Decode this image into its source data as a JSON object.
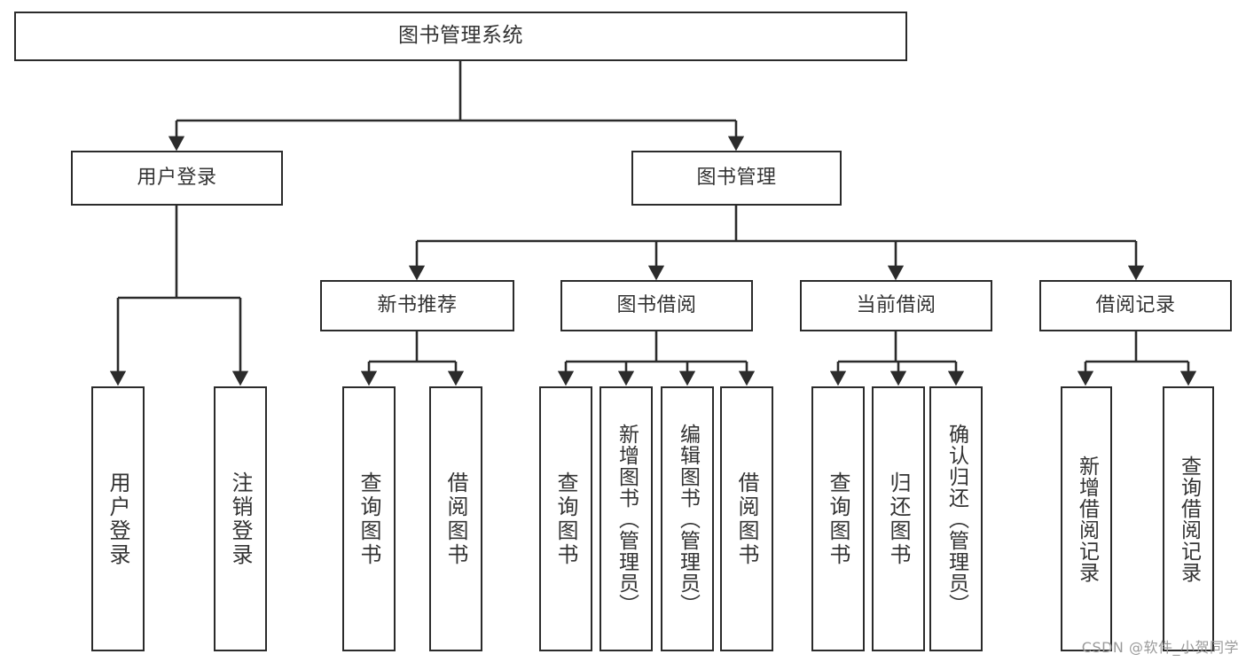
{
  "diagram": {
    "title": "图书管理系统",
    "watermark": "CSDN @软件_小贺同学",
    "colors": {
      "box_border": "#2b2b2b",
      "line": "#2b2b2b",
      "text": "#333333",
      "background": "#ffffff",
      "watermark": "#9a9a9a"
    },
    "root": {
      "label": "图书管理系统"
    },
    "level2": [
      {
        "label": "用户登录"
      },
      {
        "label": "图书管理"
      }
    ],
    "level3": [
      {
        "label": "新书推荐"
      },
      {
        "label": "图书借阅"
      },
      {
        "label": "当前借阅"
      },
      {
        "label": "借阅记录"
      }
    ],
    "leaves": {
      "user_login": [
        {
          "label": "用户登录"
        },
        {
          "label": "注销登录"
        }
      ],
      "new_book_recommend": [
        {
          "label": "查询图书"
        },
        {
          "label": "借阅图书"
        }
      ],
      "book_borrow": [
        {
          "label": "查询图书"
        },
        {
          "label": "新增图书（管理员）"
        },
        {
          "label": "编辑图书（管理员）"
        },
        {
          "label": "借阅图书"
        }
      ],
      "current_borrow": [
        {
          "label": "查询图书"
        },
        {
          "label": "归还图书"
        },
        {
          "label": "确认归还（管理员）"
        }
      ],
      "borrow_record": [
        {
          "label": "新增借阅记录"
        },
        {
          "label": "查询借阅记录"
        }
      ]
    }
  }
}
